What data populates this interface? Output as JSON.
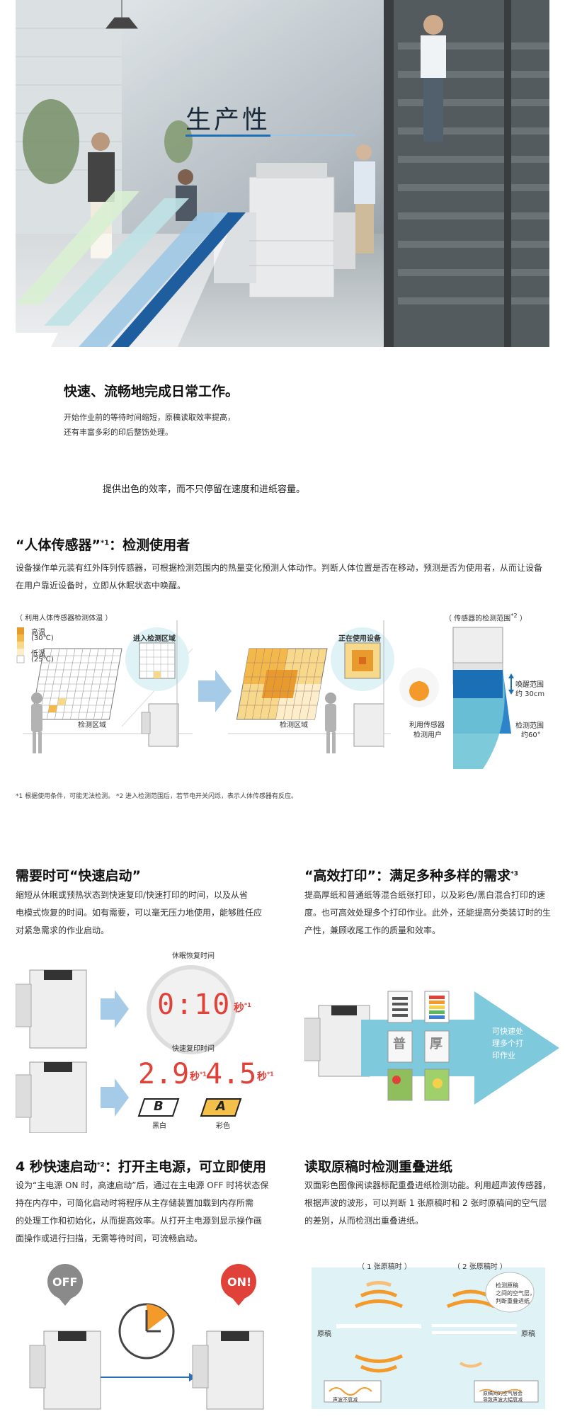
{
  "hero": {
    "title": "生产性",
    "headline": "快速、流畅地完成日常工作。",
    "sub1": "开始作业前的等待时间缩短，原稿读取效率提高，",
    "sub2": "还有丰富多彩的印后整饬处理。"
  },
  "intro": "提供出色的效率，而不只停留在速度和进纸容量。",
  "sensor": {
    "title": "“人体传感器”",
    "title_sup": "*1",
    "title_rest": "：检测使用者",
    "body1": "设备操作单元装有红外阵列传感器，可根据检测范围内的热量变化预测人体动作。判断人体位置是否在移动，预测是否为使用者，从而让设备",
    "body2": "在用户靠近设备时，立即从休眠状态中唤醒。",
    "fig_left_title": "（ 利用人体传感器检测体温 ）",
    "legend_high": "高温",
    "legend_high_t": "(30℃)",
    "legend_low": "低温",
    "legend_low_t": "(25℃)",
    "bubble1": "进入检测区域",
    "bubble2": "正在使用设备",
    "zone1": "检测区域",
    "zone2": "检测区域",
    "user_label1": "利用传感器",
    "user_label2": "检测用户",
    "range_title": "（ 传感器的检测范围",
    "range_title_sup": "*2",
    "range_title_end": " ）",
    "wake1": "唤醒范围",
    "wake2": "约 30cm",
    "detect1": "检测范围",
    "detect2": "约60°",
    "footnote": "*1 根据使用条件，可能无法检测。 *2 进入检测范围后，若节电开关闪烁，表示人体传感器有反应。"
  },
  "quick": {
    "title": "需要时可“快速启动”",
    "body1": "缩短从休眠或预热状态到快速复印/快速打印的时间，以及从省",
    "body2": "电模式恢复的时间。如有需要，可以毫无压力地使用，能够胜任应",
    "body3": "对紧急需求的作业启动。",
    "cap1": "休眠恢复时间",
    "time1": "0:10",
    "unit1": "秒",
    "sup1": "*1",
    "cap2": "快速复印时间",
    "time2a": "2.9",
    "time2b": "4.5",
    "unit2": "秒",
    "sup2": "*1",
    "bw_letter": "B",
    "color_letter": "A",
    "bw_label": "黑白",
    "color_label": "彩色"
  },
  "efficient": {
    "title": "“高效打印”：满足多种多样的需求",
    "title_sup": "*3",
    "body1": "提高厚纸和普通纸等混合纸张打印，以及彩色/黑白混合打印的速",
    "body2": "度。也可高效处理多个打印作业。此外，还能提高分类装订时的生",
    "body3": "产性，兼顾收尾工作的质量和效率。",
    "tag_plain": "普",
    "tag_thick": "厚",
    "arrow1": "可快速处",
    "arrow2": "理多个打",
    "arrow3": "印作业"
  },
  "four_sec": {
    "title": "4 秒快速启动",
    "title_sup": "*2",
    "title_rest": "：打开主电源，可立即使用",
    "body1": "设为“主电源 ON 时，高速启动”后，通过在主电源 OFF 时将状态保",
    "body2": "持在内存中，可简化启动时将程序从主存储装置加载到内存所需",
    "body3": "的处理工作和初始化，从而提高效率。从打开主电源到显示操作画",
    "body4": "面操作或进行扫描，无需等待时间，可流畅启动。",
    "off": "OFF",
    "on": "ON!"
  },
  "double": {
    "title": "读取原稿时检测重叠进纸",
    "body1": "双面彩色图像阅读器标配重叠进纸检测功能。利用超声波传感器，",
    "body2": "根据声波的波形，可以判断 1 张原稿时和 2 张时原稿间的空气层",
    "body3": "的差别，从而检测出重叠进纸。",
    "cap_one": "（ 1 张原稿时 ）",
    "cap_two": "（ 2 张原稿时 ）",
    "note1": "检测原稿",
    "note2": "之间的空气层，",
    "note3": "判断重叠进纸",
    "paper_l": "原稿",
    "paper_r": "原稿",
    "box1": "声波不衰减",
    "box2a": "原稿间的空气层会",
    "box2b": "导致声波大幅衰减"
  },
  "colors": {
    "blue": "#1b6fb4",
    "light_blue": "#a9dbe8",
    "cyan": "#6fc5d6",
    "red": "#e0423a",
    "orange": "#f39a2a"
  }
}
